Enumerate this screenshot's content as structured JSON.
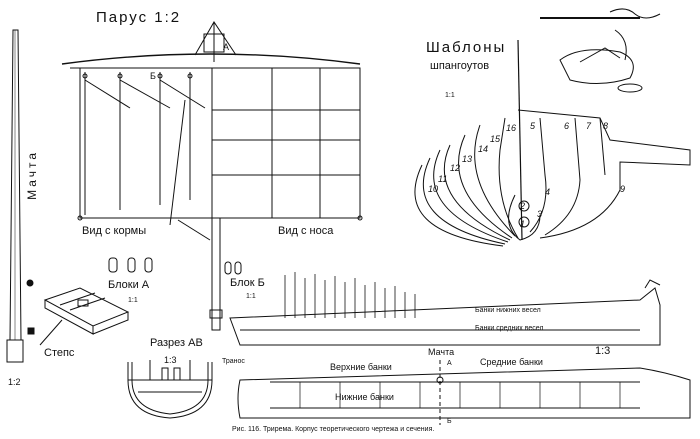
{
  "labels": {
    "sail_title": "Парус 1:2",
    "sail_a": "А",
    "sail_b": "Б",
    "stern_view": "Вид с кормы",
    "bow_view": "Вид с носа",
    "mast": "Мачта",
    "blocks_a": "Блоки А",
    "blocks_a_scale": "1:1",
    "block_b": "Блок Б",
    "block_b_scale": "1:1",
    "steps": "Степс",
    "mast_scale": "1:2",
    "templates_line1": "Шаблоны",
    "templates_line2": "шпангоутов",
    "templates_scale": "1:1",
    "section_ab": "Разрез АВ",
    "section_scale": "1:3",
    "tranos": "Транос",
    "lower_oar_benches": "Банки нижних весел",
    "middle_oar_benches": "Банки средних весел",
    "upper_benches": "Верхние банки",
    "mast_label": "Мачта",
    "middle_benches": "Средние банки",
    "lower_benches": "Нижние банки",
    "plan_scale": "1:3",
    "plan_a": "А",
    "plan_b": "Б",
    "caption": "Рис. 116. Триремa. Корпус теоретического чертежа и сечения."
  },
  "frame_numbers": [
    "1",
    "2",
    "3",
    "4",
    "5",
    "6",
    "7",
    "8",
    "9",
    "10",
    "11",
    "12",
    "13",
    "14",
    "15",
    "16"
  ],
  "colors": {
    "ink": "#111111",
    "paper": "#ffffff"
  }
}
